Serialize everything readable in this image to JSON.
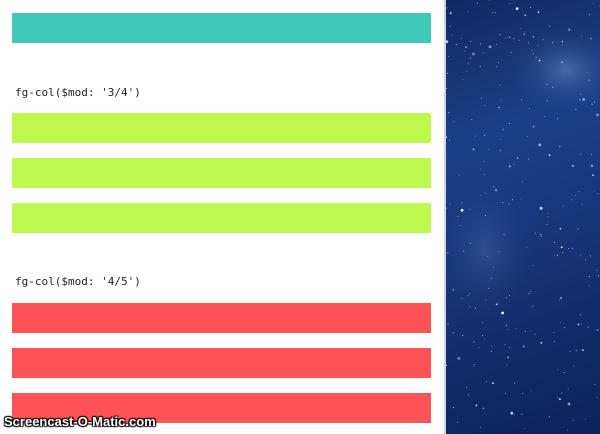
{
  "colors": {
    "teal": "#40c9b9",
    "lime": "#bff84e",
    "coral": "#fe5356",
    "sky": "#16367a"
  },
  "sections": [
    {
      "label": "",
      "color": "#40c9b9",
      "bars": 1
    },
    {
      "label": "fg-col($mod: '3/4')",
      "color": "#bff84e",
      "bars": 3
    },
    {
      "label": "fg-col($mod: '4/5')",
      "color": "#fe5356",
      "bars": 3
    }
  ],
  "watermark": "Screencast-O-Matic.com",
  "background_image": "starry-night-sky"
}
